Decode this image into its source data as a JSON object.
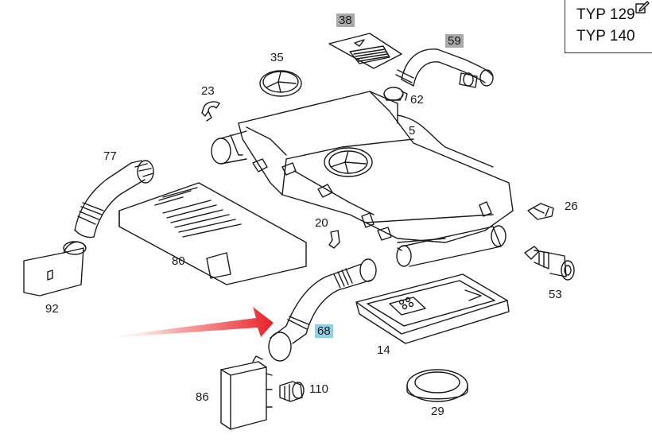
{
  "type_box": {
    "line1": "TYP 129",
    "line2": "TYP 140",
    "edit_icon": "pencil-edit-icon"
  },
  "labels": {
    "p38": "38",
    "p59": "59",
    "p35": "35",
    "p23": "23",
    "p62": "62",
    "p5": "5",
    "p77": "77",
    "p26": "26",
    "p20": "20",
    "p80": "80",
    "p53": "53",
    "p92": "92",
    "p68": "68",
    "p14": "14",
    "p86": "86",
    "p110": "110",
    "p29": "29"
  },
  "colors": {
    "highlight_gray": "#a9a9a9",
    "highlight_blue": "#8fd0e6",
    "arrow_red": "#e8202a",
    "line": "#1a1a1a"
  }
}
